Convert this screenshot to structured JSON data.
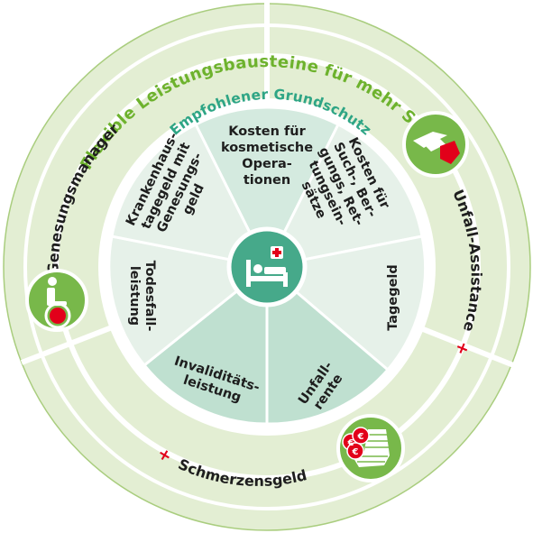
{
  "outer_title": "Flexible Leistungsbausteine für mehr Service",
  "inner_title": "Empfohlener Grundschutz",
  "plus_sign": "+",
  "addons": {
    "genesungsmanager": "Genesungsmanager",
    "unfall_assistance": "Unfall-Assistance",
    "schmerzensgeld": "Schmerzensgeld"
  },
  "segments": {
    "kosmetisch": [
      "Kosten für",
      "kosmetische",
      "Opera-",
      "tionen"
    ],
    "such": [
      "Kosten für",
      "Such-, Ber-",
      "gungs, Ret-",
      "tungsein-",
      "sätze"
    ],
    "tagegeld": [
      "Tagegeld"
    ],
    "unfallrente": [
      "Unfall-",
      "rente"
    ],
    "invaliditaet": [
      "Invaliditäts-",
      "leistung"
    ],
    "todesfall": [
      "Todesfall-",
      "leistung"
    ],
    "krankenhaus": [
      "Krankenhaus-",
      "tagegeld mit",
      "Genesungs-",
      "geld"
    ]
  },
  "icons": {
    "center": "hospital-bed-icon",
    "genesung": "wheelchair-icon",
    "unfall": "helping-hands-icon",
    "schmerz": "bandaged-foot-euro-icon"
  },
  "colors": {
    "outer_ring": "#e3eed3",
    "ring_stroke": "#a9cd7e",
    "inner_circle_light": "#e6f1e9",
    "segment_dark": "#bfe0d0",
    "segment_mid": "#d4eadf",
    "white_band": "#ffffff",
    "icon_green": "#78b84a",
    "teal": "#46a98a",
    "red": "#e2001a"
  }
}
